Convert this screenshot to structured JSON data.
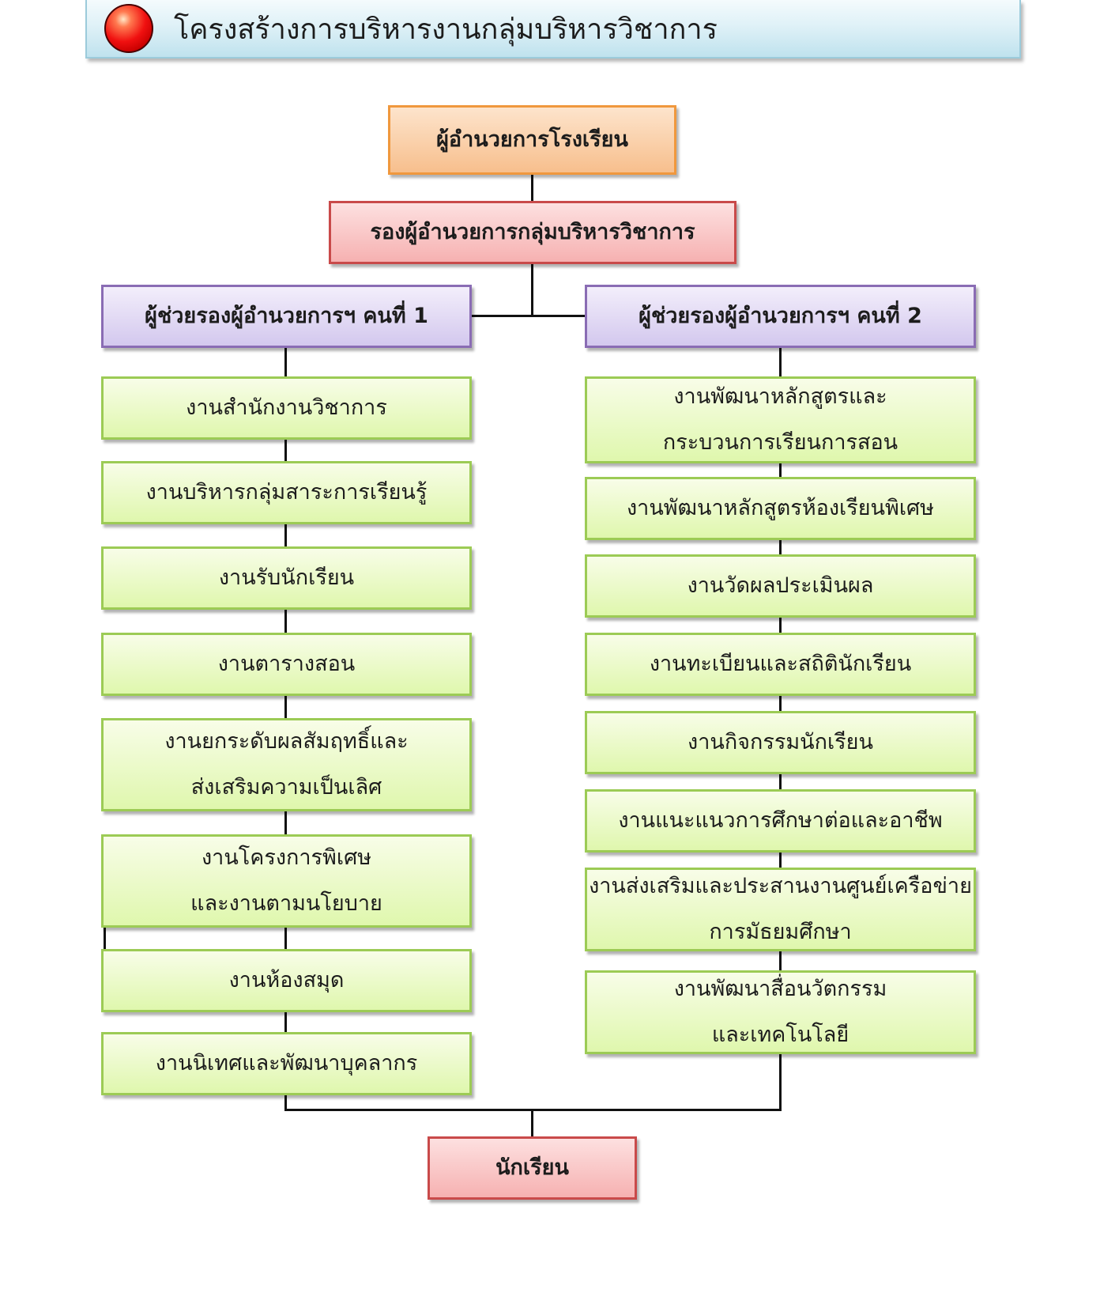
{
  "header": {
    "title": "โครงสร้างการบริหารงานกลุ่มบริหารวิชาการ"
  },
  "chart": {
    "director": "ผู้อำนวยการโรงเรียน",
    "deputy": "รองผู้อำนวยการกลุ่มบริหารวิชาการ",
    "assistant_1": "ผู้ช่วยรองผู้อำนวยการฯ คนที่ 1",
    "assistant_2": "ผู้ช่วยรองผู้อำนวยการฯ คนที่ 2",
    "left_units": [
      {
        "line1": "งานสำนักงานวิชาการ"
      },
      {
        "line1": "งานบริหารกลุ่มสาระการเรียนรู้"
      },
      {
        "line1": "งานรับนักเรียน"
      },
      {
        "line1": "งานตารางสอน"
      },
      {
        "line1": "งานยกระดับผลสัมฤทธิ์และ",
        "line2": "ส่งเสริมความเป็นเลิศ"
      },
      {
        "line1": "งานโครงการพิเศษ",
        "line2": "และงานตามนโยบาย"
      },
      {
        "line1": "งานห้องสมุด"
      },
      {
        "line1": "งานนิเทศและพัฒนาบุคลากร"
      }
    ],
    "right_units": [
      {
        "line1": "งานพัฒนาหลักสูตรและ",
        "line2": "กระบวนการเรียนการสอน"
      },
      {
        "line1": "งานพัฒนาหลักสูตรห้องเรียนพิเศษ"
      },
      {
        "line1": "งานวัดผลประเมินผล"
      },
      {
        "line1": "งานทะเบียนและสถิตินักเรียน"
      },
      {
        "line1": "งานกิจกรรมนักเรียน"
      },
      {
        "line1": "งานแนะแนวการศึกษาต่อและอาชีพ"
      },
      {
        "line1": "งานส่งเสริมและประสานงานศูนย์เครือข่าย",
        "line2": "การมัธยมศึกษา"
      },
      {
        "line1": "งานพัฒนาสื่อนวัตกรรม",
        "line2": "และเทคโนโลยี"
      }
    ],
    "students": "นักเรียน"
  },
  "colors": {
    "director": "#f7bf8d",
    "deputy": "#f6b1b1",
    "assistant": "#d3c8ee",
    "unit": "#dff7ad",
    "connector": "#111111"
  },
  "icons": {
    "banner": "red-bullet-icon"
  }
}
